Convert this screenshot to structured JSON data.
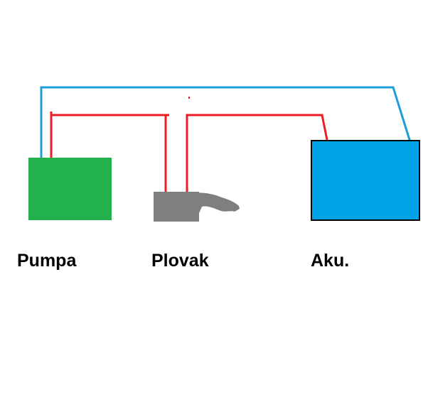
{
  "labels": {
    "pump": "Pumpa",
    "float_switch": "Plovak",
    "battery": "Aku."
  },
  "colors": {
    "pump": "#22b14c",
    "float_switch": "#7f7f7f",
    "battery": "#00a2e8",
    "battery_border": "#000000",
    "wire_red": "#ed1c24",
    "wire_blue": "#1d9fd6",
    "background": "#ffffff"
  }
}
